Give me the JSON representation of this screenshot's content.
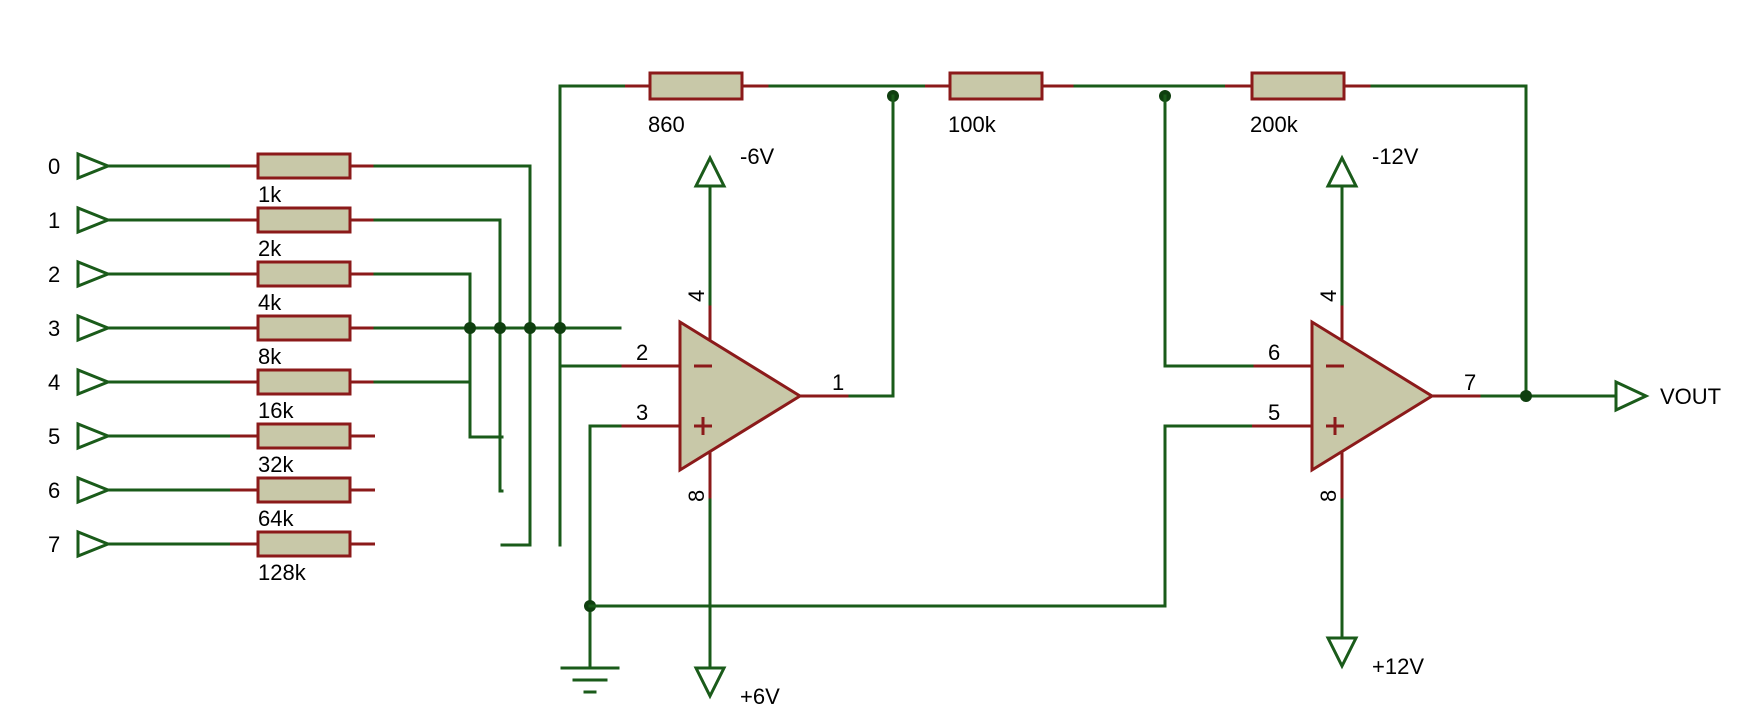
{
  "inputs": [
    {
      "label": "0",
      "resistor": "1k"
    },
    {
      "label": "1",
      "resistor": "2k"
    },
    {
      "label": "2",
      "resistor": "4k"
    },
    {
      "label": "3",
      "resistor": "8k"
    },
    {
      "label": "4",
      "resistor": "16k"
    },
    {
      "label": "5",
      "resistor": "32k"
    },
    {
      "label": "6",
      "resistor": "64k"
    },
    {
      "label": "7",
      "resistor": "128k"
    }
  ],
  "feedback_resistors": {
    "r1": "860",
    "r2": "100k",
    "r3": "200k"
  },
  "opamp1": {
    "pin_inv": "2",
    "pin_noninv": "3",
    "pin_out": "1",
    "pin_top": "4",
    "pin_bottom": "8",
    "supply_top": "-6V",
    "supply_bottom": "+6V"
  },
  "opamp2": {
    "pin_inv": "6",
    "pin_noninv": "5",
    "pin_out": "7",
    "pin_top": "4",
    "pin_bottom": "8",
    "supply_top": "-12V",
    "supply_bottom": "+12V"
  },
  "output": {
    "label": "VOUT"
  },
  "colors": {
    "wire": "#1a5b1a",
    "component": "#8b1a1a",
    "body": "#c8c8a8"
  }
}
